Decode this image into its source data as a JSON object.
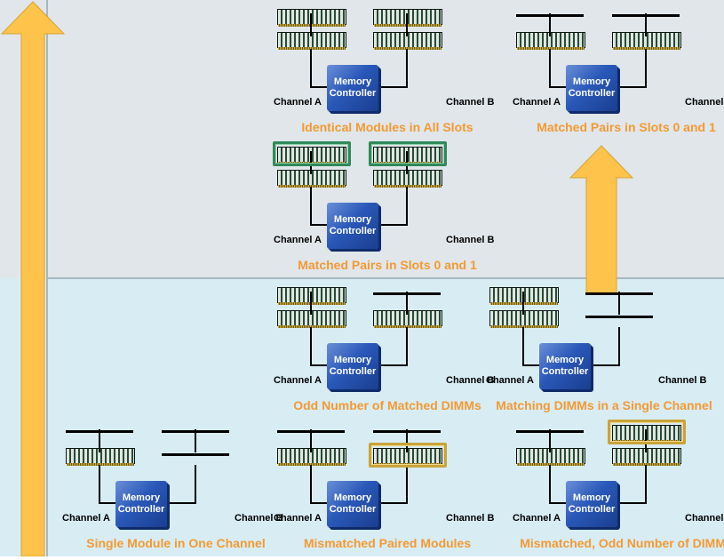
{
  "controller_label": [
    "Memory",
    "Controller"
  ],
  "channel_a": "Channel A",
  "channel_b": "Channel B",
  "colors": {
    "caption": "#f39a32",
    "arrow": "#fec34b",
    "top_band": "#e0e6ea",
    "bottom_band": "#d8ecf4",
    "controller": "#2a58b8",
    "highlight_green": "#2f8a5a",
    "highlight_gold": "#c8a43a"
  },
  "configs": [
    {
      "id": "identical-all",
      "caption": "Identical Modules in All Slots",
      "a_slots": [
        "dimm",
        "dimm"
      ],
      "b_slots": [
        "dimm",
        "dimm"
      ],
      "highlight": "none"
    },
    {
      "id": "pairs-slots-0-1-top-right",
      "caption": "Matched Pairs in Slots 0 and 1",
      "a_slots": [
        "empty",
        "dimm"
      ],
      "b_slots": [
        "empty",
        "dimm"
      ],
      "highlight": "none"
    },
    {
      "id": "pairs-slots-0-1-left",
      "caption": "Matched Pairs in Slots 0 and 1",
      "a_slots": [
        "dimm",
        "dimm"
      ],
      "b_slots": [
        "dimm",
        "dimm"
      ],
      "highlight": "green-top"
    },
    {
      "id": "odd-matched",
      "caption": "Odd Number of Matched DIMMs",
      "a_slots": [
        "dimm",
        "dimm"
      ],
      "b_slots": [
        "empty",
        "dimm"
      ],
      "highlight": "none"
    },
    {
      "id": "single-channel",
      "caption": "Matching DIMMs in a Single Channel",
      "a_slots": [
        "dimm",
        "dimm"
      ],
      "b_slots": [
        "empty",
        "empty"
      ],
      "highlight": "none"
    },
    {
      "id": "single-module",
      "caption": "Single Module in One Channel",
      "a_slots": [
        "empty",
        "dimm"
      ],
      "b_slots": [
        "empty",
        "empty"
      ],
      "highlight": "none"
    },
    {
      "id": "mismatched-paired",
      "caption": "Mismatched Paired Modules",
      "a_slots": [
        "empty",
        "dimm"
      ],
      "b_slots": [
        "empty",
        "dimm"
      ],
      "highlight": "gold-b-bottom"
    },
    {
      "id": "mismatched-odd",
      "caption": "Mismatched, Odd Number of DIMMs",
      "a_slots": [
        "empty",
        "dimm"
      ],
      "b_slots": [
        "dimm",
        "dimm"
      ],
      "highlight": "gold-b-top"
    }
  ]
}
